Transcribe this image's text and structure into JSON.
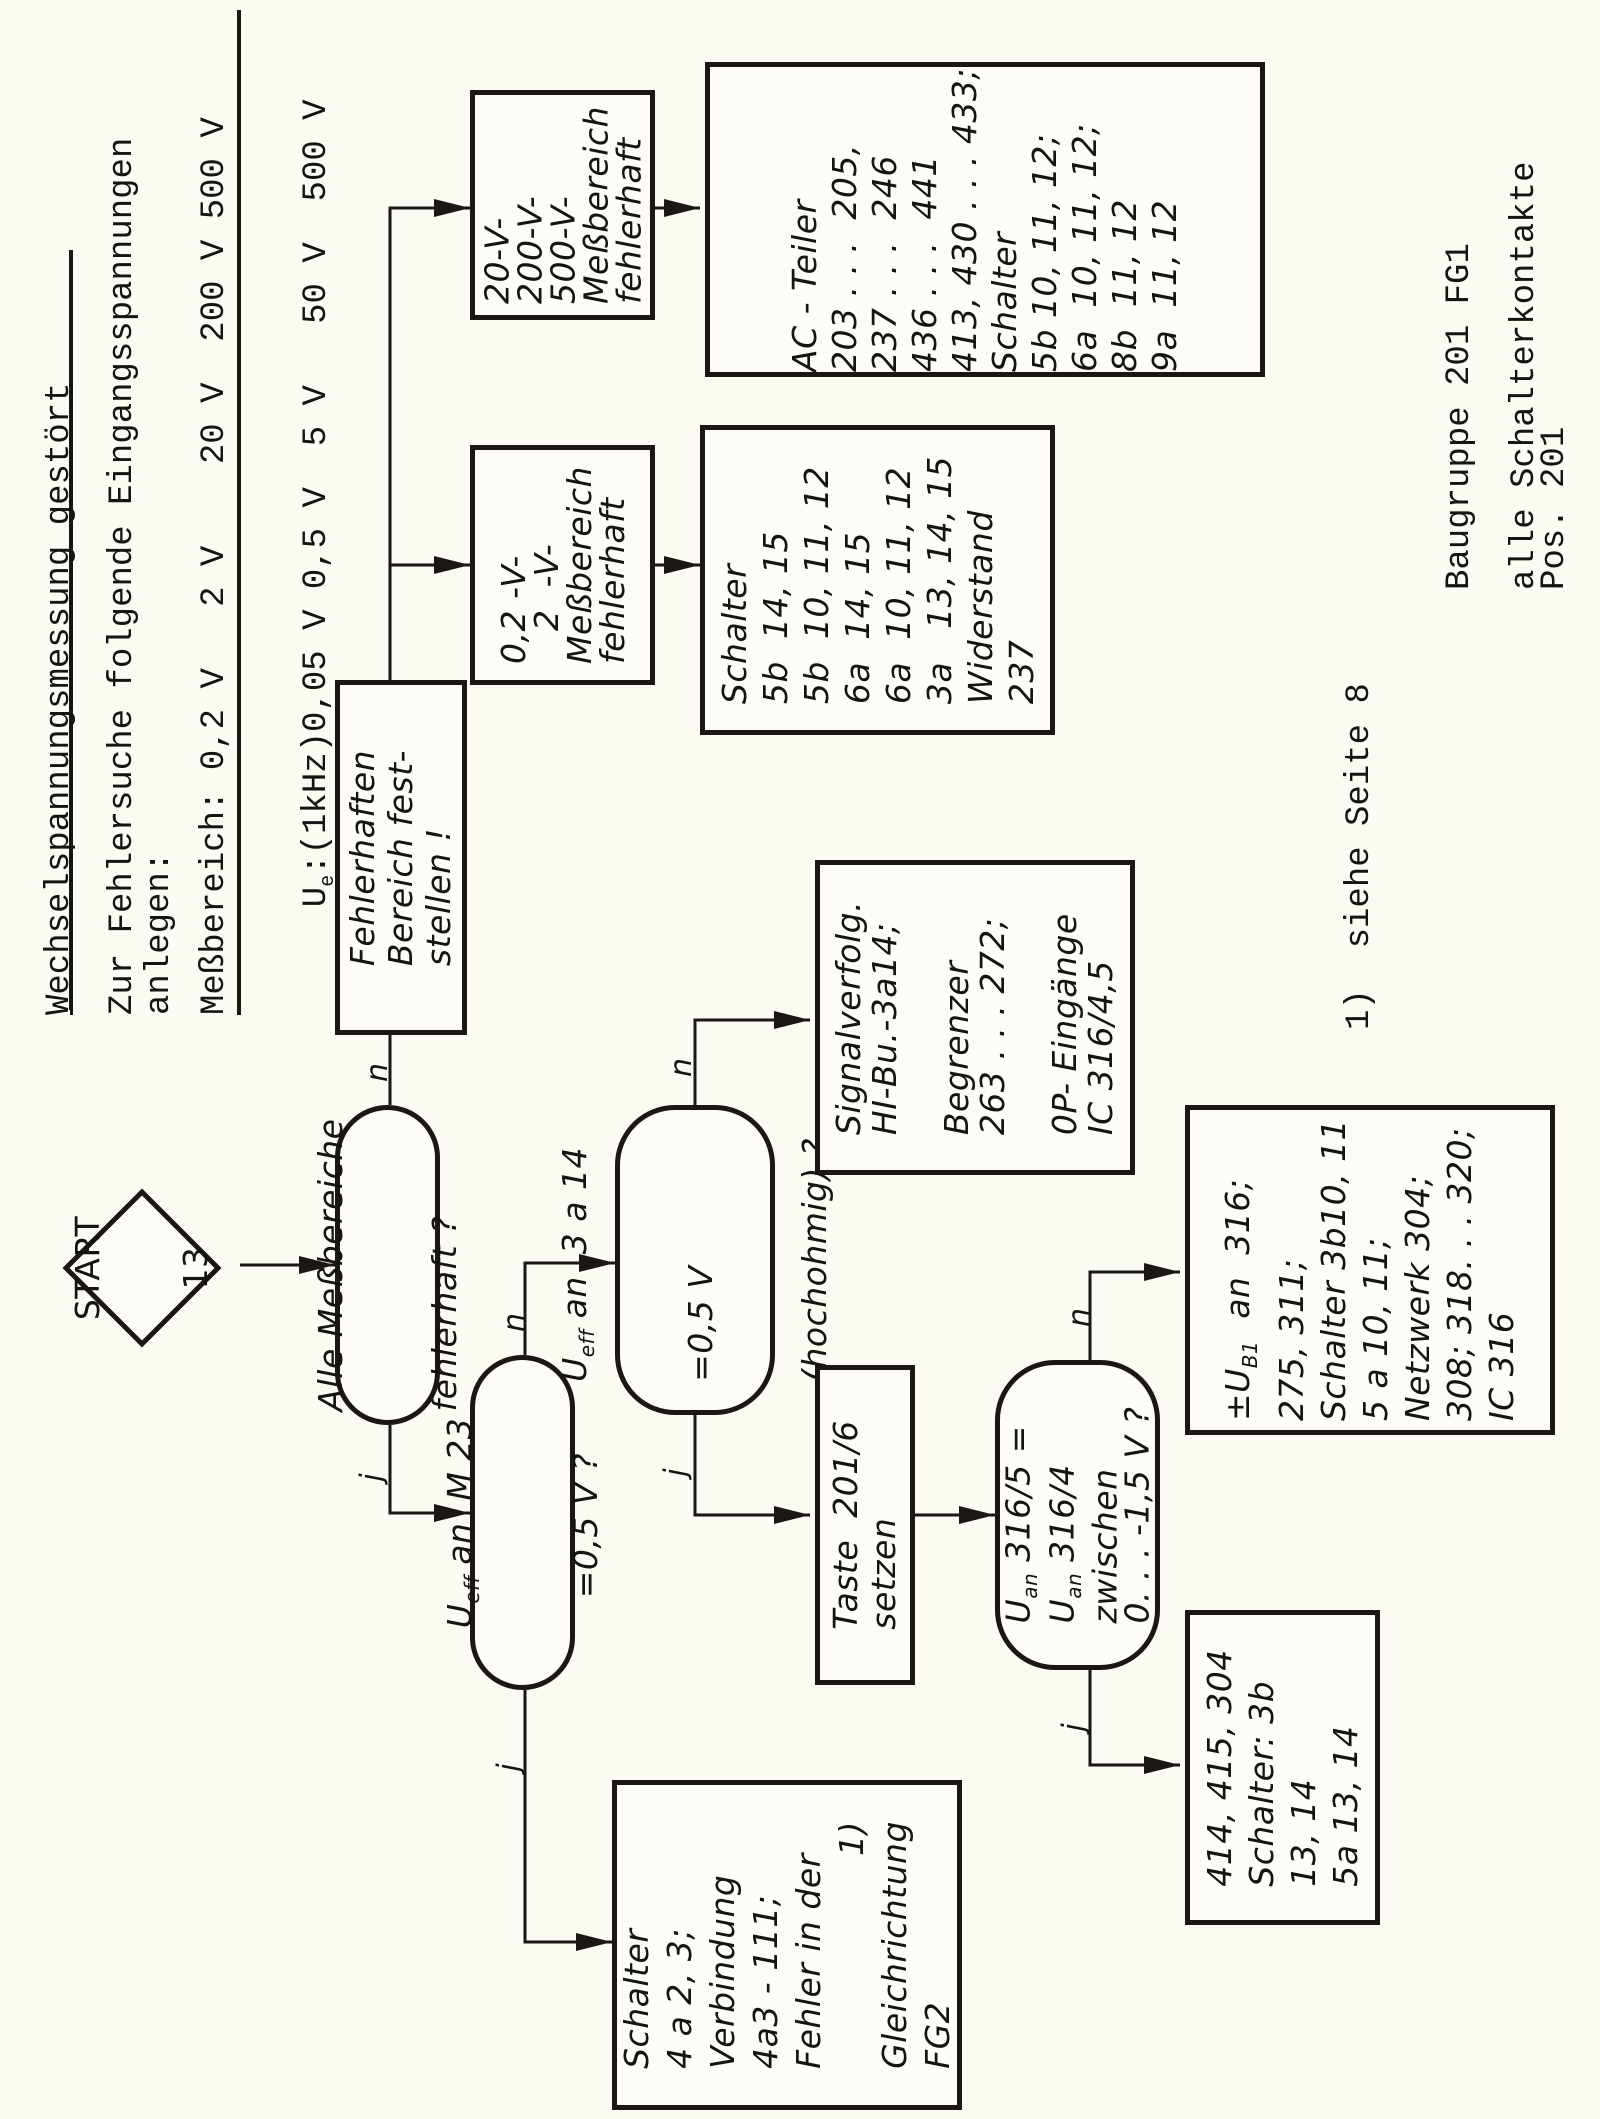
{
  "header": {
    "title": "Wechselspannungsmessung gestört",
    "intro_line1": "Zur Fehlersuche folgende Eingangsspannungen",
    "intro_line2": "anlegen:",
    "range_label": "Meßbereich: 0,2 V   2 V    20 V  200 V 500 V",
    "input_label": "U",
    "input_sub": "e",
    "input_values": ":(1kHz)0,05 V 0,5 V  5 V   50 V  500 V"
  },
  "flow": {
    "start": {
      "line1": "START",
      "line2": "13"
    },
    "q_all_ranges": {
      "line1": "Alle Meßbereiche",
      "line2": "fehlerhaft ?"
    },
    "find_range": {
      "lines": [
        "Fehlerhaften",
        "Bereich fest-",
        "stellen !"
      ]
    },
    "range_low": {
      "lines": [
        "0,2 -V-",
        "   2  -V-",
        "Meßbereich",
        "fehlerhaft"
      ]
    },
    "range_high": {
      "lines": [
        "20-V-",
        "200-V-",
        "500-V-",
        "Meßbereich",
        "fehlerhaft"
      ]
    },
    "result_low": {
      "lines": [
        "Schalter",
        "5b  14, 15",
        "5b  10, 11, 12",
        "6a  14, 15",
        "6a  10, 11, 12",
        "3a   13, 14, 15",
        "Widerstand",
        "237"
      ]
    },
    "result_high": {
      "lines": [
        "AC - Teiler",
        "203 . . .  205,",
        "237 . . .  246",
        "436 . . .  441",
        "413, 430 . . . 433;",
        "Schalter",
        "5b 10, 11, 12;",
        "6a  10, 11, 12;",
        "8b  11, 12",
        "9a  11, 12"
      ]
    },
    "q_m23": {
      "line1": "U",
      "line1_sub": "eff",
      "line1_rest": " an  M 23",
      "line2": "=0,5 V ?"
    },
    "q_3a14": {
      "line1": "U",
      "line1_sub": "eff",
      "line1_rest": " an  3 a 14",
      "line2": "=0,5 V",
      "line3": "(hochohmig) ?"
    },
    "result_signal": {
      "lines": [
        "Signalverfolg.",
        "HI-Bu.-3a14;",
        "",
        "Begrenzer",
        "263 . . . 272;",
        "",
        "0P- Eingänge",
        "IC 316/4,5"
      ]
    },
    "taste": {
      "lines": [
        "Taste  201/6",
        "setzen"
      ]
    },
    "q_316": {
      "lines": [
        "U_an 316/5 =",
        "U_an 316/4",
        "zwischen",
        "0. . . -1,5 V ?"
      ]
    },
    "result_ub": {
      "lines": [
        "±U_B1  an  316;",
        "275, 311;",
        "Schalter 3b10, 11",
        "5 a 10, 11;",
        "Netzwerk 304;",
        "308; 318. . . 320;",
        "IC 316"
      ]
    },
    "result_414": {
      "lines": [
        "414, 415, 304",
        "Schalter: 3b",
        "13, 14",
        "5a 13, 14"
      ]
    },
    "result_fg2": {
      "lines": [
        "Schalter",
        "4 a 2, 3;",
        "Verbindung",
        "4a3 - 111;",
        "Fehler in der",
        "Gleichrichtung",
        "FG2"
      ],
      "footnote": "1)"
    },
    "labels": {
      "yes": "j",
      "no": "n"
    }
  },
  "footnote": "1)  siehe Seite 8",
  "side_note": {
    "line1": "Baugruppe 201 FG1",
    "line2": "alle Schalterkontakte",
    "line3": "Pos. 201"
  }
}
